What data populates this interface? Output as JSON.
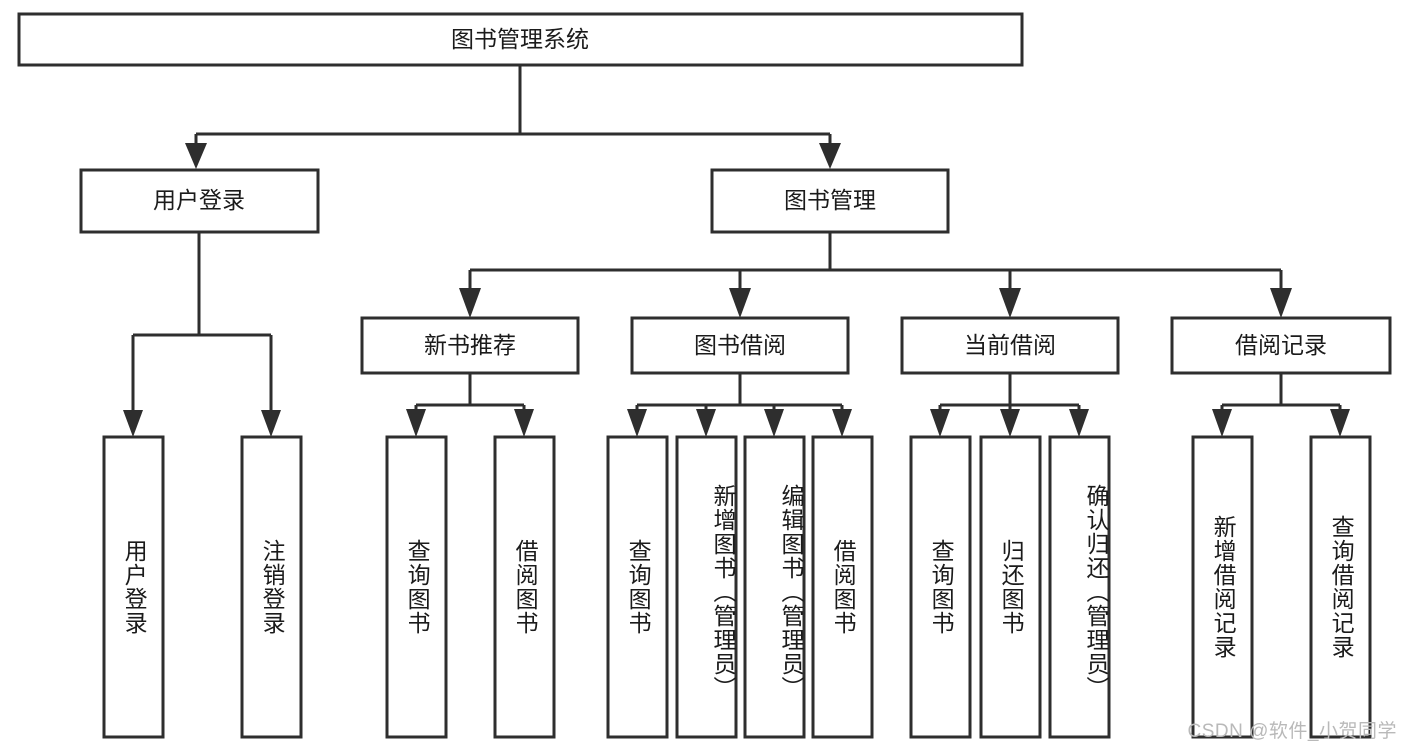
{
  "diagram": {
    "type": "tree",
    "title": "图书管理系统",
    "orientation": "top-down",
    "watermark": "CSDN @软件_小贺同学",
    "colors": {
      "stroke": "#2e2e2e",
      "fill": "#ffffff",
      "text": "#1b1b1b",
      "watermark": "#b9b9b9"
    },
    "root": {
      "label": "图书管理系统"
    },
    "level2": [
      {
        "label": "用户登录"
      },
      {
        "label": "图书管理"
      }
    ],
    "level3": [
      {
        "label": "新书推荐"
      },
      {
        "label": "图书借阅"
      },
      {
        "label": "当前借阅"
      },
      {
        "label": "借阅记录"
      }
    ],
    "leaves": {
      "user_login": [
        {
          "label": "用户登录"
        },
        {
          "label": "注销登录"
        }
      ],
      "new_book_recommend": [
        {
          "label": "查询图书"
        },
        {
          "label": "借阅图书"
        }
      ],
      "book_borrow": [
        {
          "label": "查询图书"
        },
        {
          "label": "新增图书（管理员）"
        },
        {
          "label": "编辑图书（管理员）"
        },
        {
          "label": "借阅图书"
        }
      ],
      "current_borrow": [
        {
          "label": "查询图书"
        },
        {
          "label": "归还图书"
        },
        {
          "label": "确认归还（管理员）"
        }
      ],
      "borrow_record": [
        {
          "label": "新增借阅记录"
        },
        {
          "label": "查询借阅记录"
        }
      ]
    }
  }
}
